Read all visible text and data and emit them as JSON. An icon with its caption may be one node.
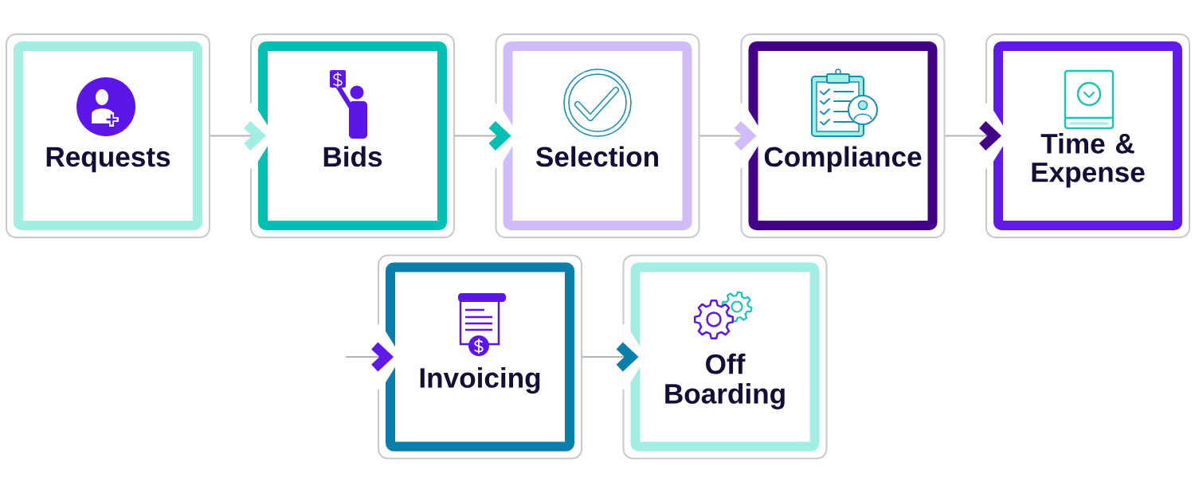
{
  "diagram": {
    "nodes": [
      {
        "text": [
          "Requests"
        ]
      },
      {
        "text": [
          "Bids"
        ]
      },
      {
        "text": [
          "Selection"
        ]
      },
      {
        "text": [
          "Compliance"
        ]
      },
      {
        "text": [
          "Time & Expense"
        ]
      },
      {
        "text": [
          "Invoicing"
        ]
      },
      {
        "text": [
          "Off Boarding"
        ]
      }
    ],
    "edges": [
      {
        "from": 0,
        "to": 1,
        "arrow": "to"
      },
      {
        "from": 1,
        "to": 2,
        "arrow": "to"
      },
      {
        "from": 2,
        "to": 3,
        "arrow": "to"
      },
      {
        "from": 3,
        "to": 4,
        "arrow": "to"
      },
      {
        "from": null,
        "to": 5,
        "arrow": "to"
      },
      {
        "from": 5,
        "to": 6,
        "arrow": "to"
      }
    ]
  }
}
